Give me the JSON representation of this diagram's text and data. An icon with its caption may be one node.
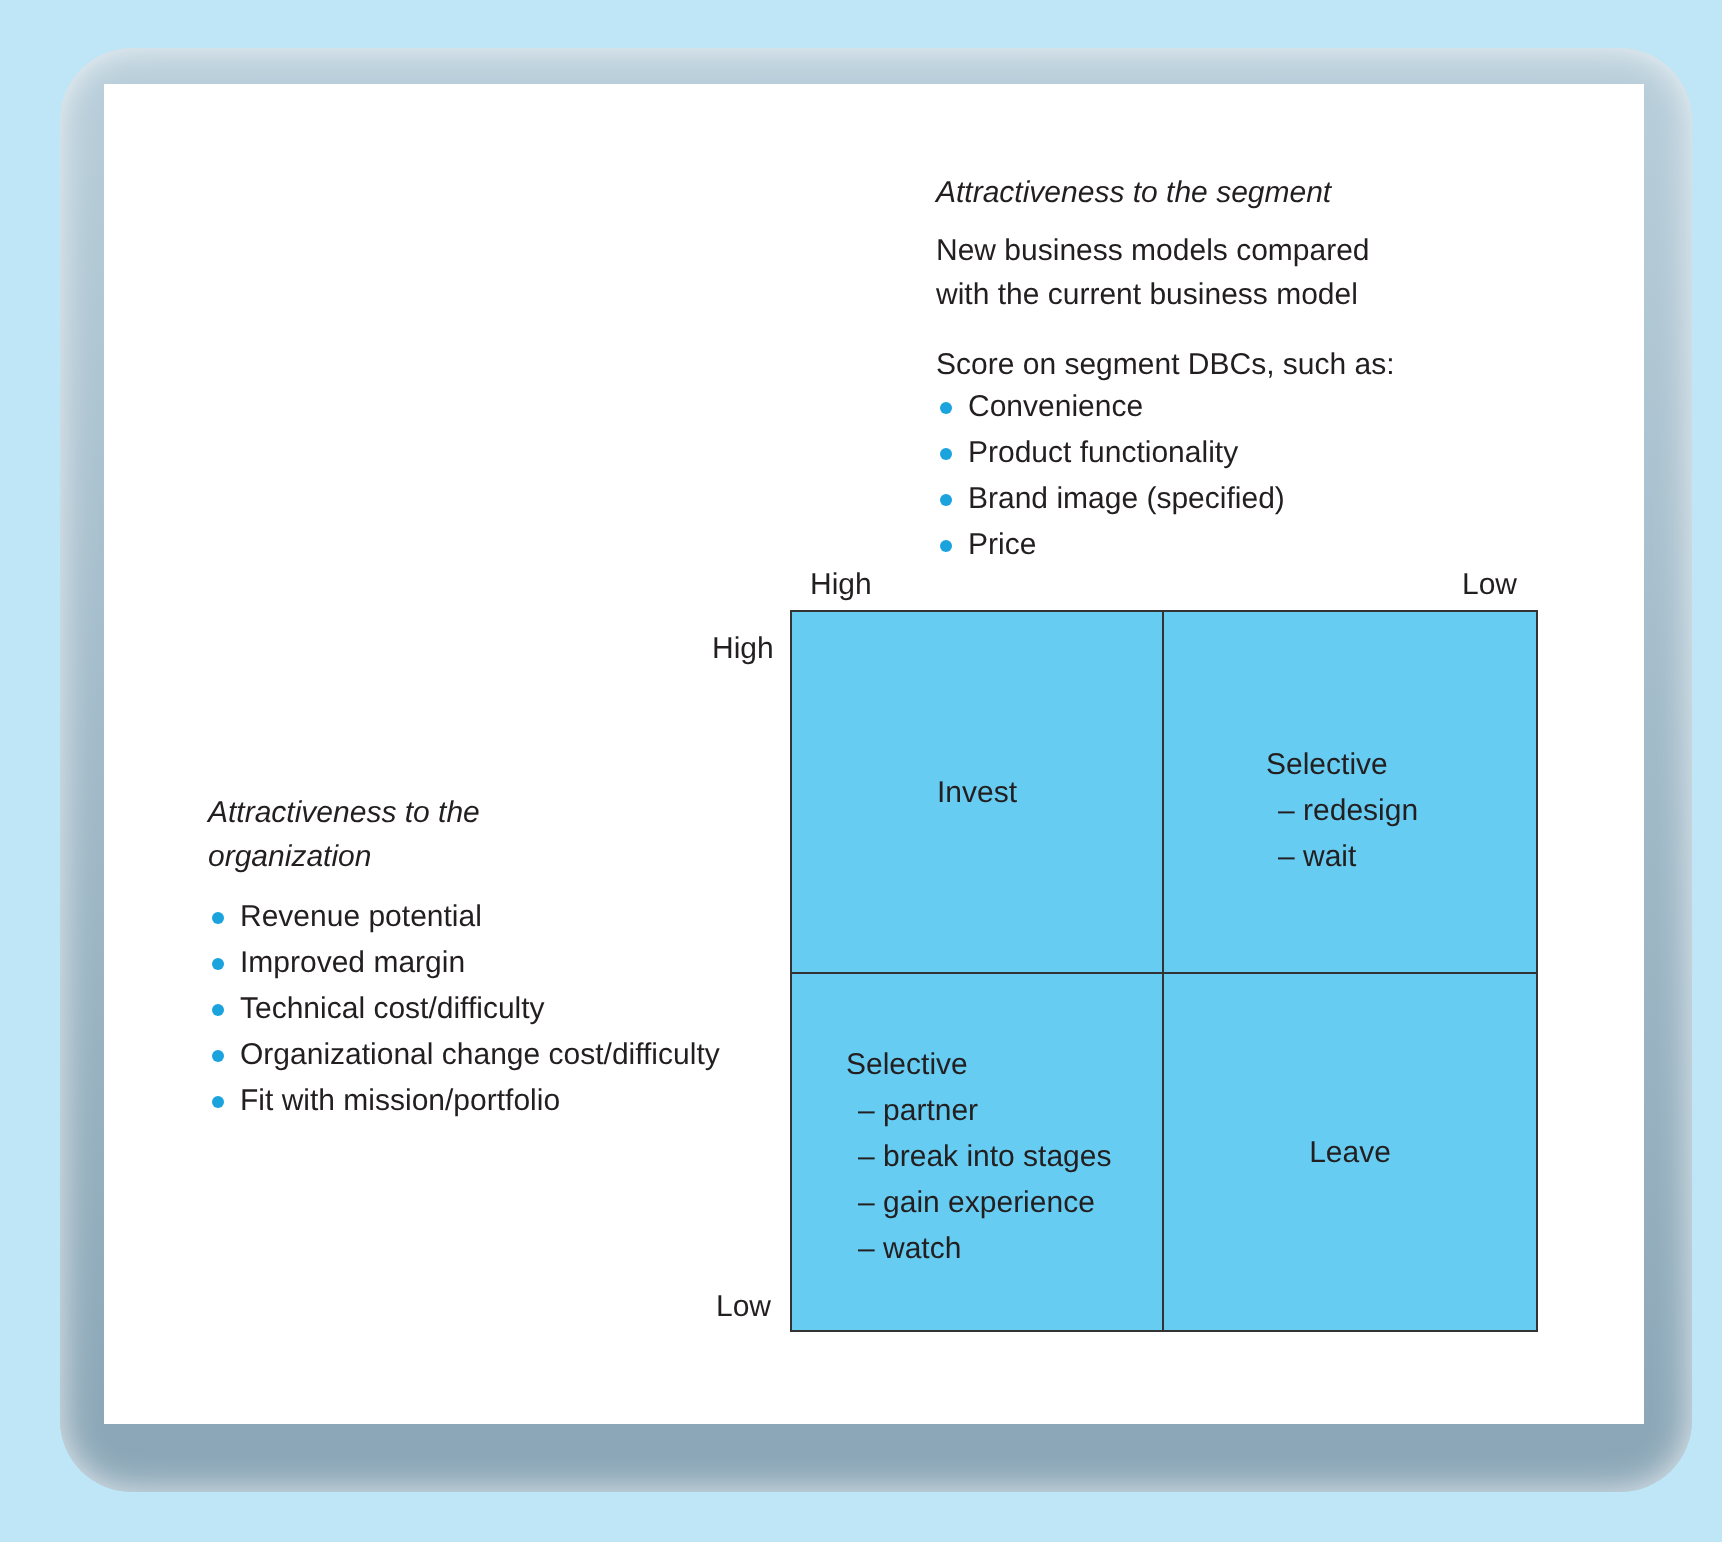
{
  "diagram": {
    "nodes": [
      {
        "text": [
          "Invest"
        ]
      },
      {
        "text": [
          "Selective",
          "– redesign",
          "– wait"
        ]
      },
      {
        "text": [
          "Selective",
          "– partner",
          "– break into stages",
          "– gain experience",
          "– watch"
        ]
      },
      {
        "text": [
          "Leave"
        ]
      }
    ],
    "labels": [
      "Attractiveness to the segment",
      "New business models compared with the current business model",
      "Score on segment DBCs, such as:",
      "Convenience",
      "Product functionality",
      "Brand image (specified)",
      "Price",
      "High",
      "Low",
      "High",
      "Attractiveness to the organization",
      "Revenue potential",
      "Improved margin",
      "Technical cost/difficulty",
      "Organizational change cost/difficulty",
      "Fit with mission/portfolio",
      "Low"
    ]
  }
}
